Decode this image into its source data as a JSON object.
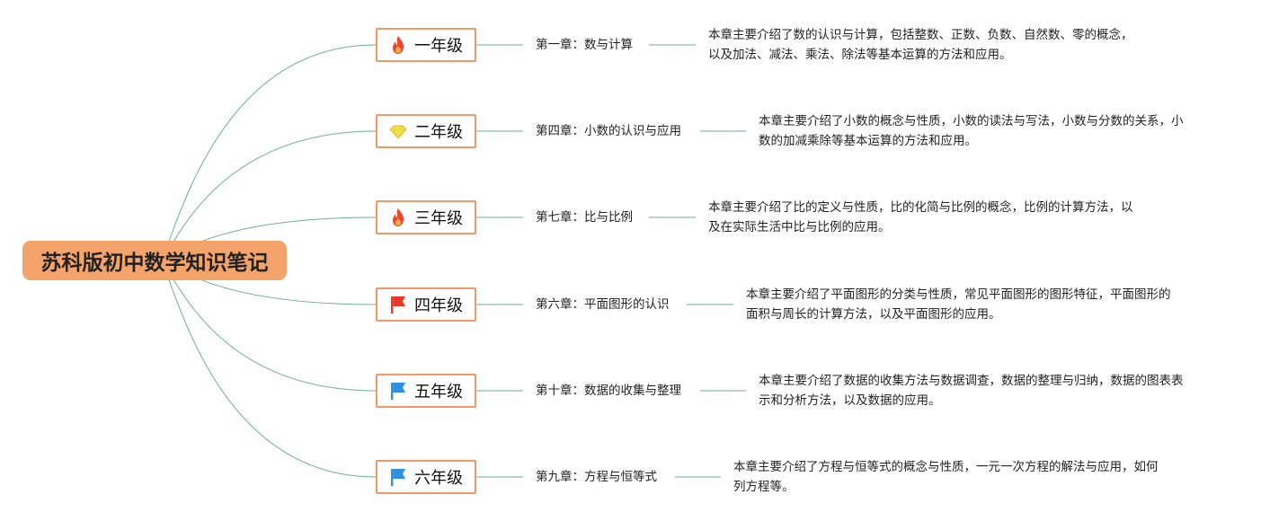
{
  "root": {
    "label": "苏科版初中数学知识笔记"
  },
  "colors": {
    "root_fill": "#f4a36b",
    "grade_border": "#ef9a64",
    "link_stroke": "#6fae93",
    "fire": "#f2452e",
    "diamond": "#f3e04a",
    "red_flag": "#e8392b",
    "blue_flag": "#2f8fe0"
  },
  "branches": [
    {
      "grade": "一年级",
      "icon": "fire-icon",
      "chapter": "第一章：数与计算",
      "desc_lines": [
        "本章主要介绍了数的认识与计算，包括整数、正数、负数、自然数、零的概念，",
        "以及加法、减法、乘法、除法等基本运算的方法和应用。"
      ]
    },
    {
      "grade": "二年级",
      "icon": "diamond-icon",
      "chapter": "第四章：小数的认识与应用",
      "desc_lines": [
        "本章主要介绍了小数的概念与性质，小数的读法与写法，小数与分数的关系，小",
        "数的加减乘除等基本运算的方法和应用。"
      ]
    },
    {
      "grade": "三年级",
      "icon": "fire-icon",
      "chapter": "第七章：比与比例",
      "desc_lines": [
        "本章主要介绍了比的定义与性质，比的化简与比例的概念，比例的计算方法，以",
        "及在实际生活中比与比例的应用。"
      ]
    },
    {
      "grade": "四年级",
      "icon": "red-flag-icon",
      "chapter": "第六章：平面图形的认识",
      "desc_lines": [
        "本章主要介绍了平面图形的分类与性质，常见平面图形的图形特征，平面图形的",
        "面积与周长的计算方法，以及平面图形的应用。"
      ]
    },
    {
      "grade": "五年级",
      "icon": "blue-flag-icon",
      "chapter": "第十章：数据的收集与整理",
      "desc_lines": [
        "本章主要介绍了数据的收集方法与数据调查，数据的整理与归纳，数据的图表表",
        "示和分析方法，以及数据的应用。"
      ]
    },
    {
      "grade": "六年级",
      "icon": "blue-flag-icon",
      "chapter": "第九章：方程与恒等式",
      "desc_lines": [
        "本章主要介绍了方程与恒等式的概念与性质，一元一次方程的解法与应用，如何",
        "列方程等。"
      ]
    }
  ]
}
